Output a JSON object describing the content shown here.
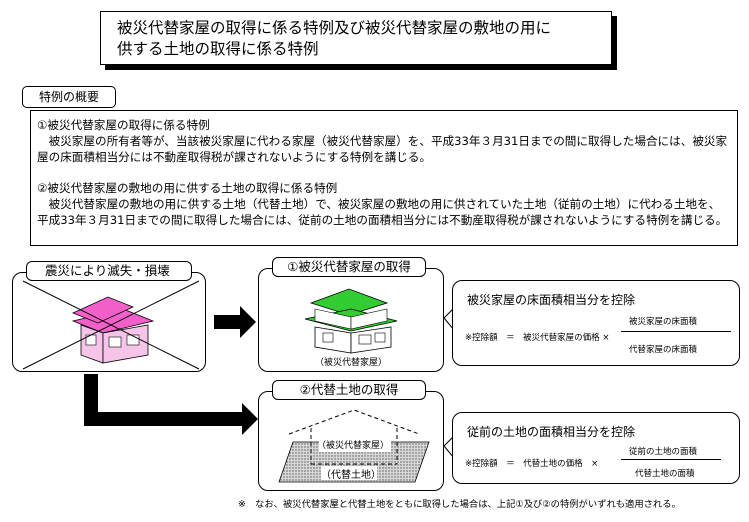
{
  "title": {
    "line1": "被災代替家屋の取得に係る特例及び被災代替家屋の敷地の用に",
    "line2": "供する土地の取得に係る特例"
  },
  "overview": {
    "tab_label": "特例の概要",
    "section1": {
      "heading": "①被災代替家屋の取得に係る特例",
      "text": "被災家屋の所有者等が、当該被災家屋に代わる家屋（被災代替家屋）を、平成33年３月31日までの間に取得した場合には、被災家屋の床面積相当分には不動産取得税が課されないようにする特例を講じる。"
    },
    "section2": {
      "heading": "②被災代替家屋の敷地の用に供する土地の取得に係る特例",
      "text": "被災代替家屋の敷地の用に供する土地（代替土地）で、被災家屋の敷地の用に供されていた土地（従前の土地）に代わる土地を、平成33年３月31日までの間に取得した場合には、従前の土地の面積相当分には不動産取得税が課されないようにする特例を講じる。"
    }
  },
  "diagram": {
    "disaster_label": "震災により滅失・損壊",
    "house_label": "①被災代替家屋の取得",
    "house_caption": "（被災代替家屋）",
    "land_label": "②代替土地の取得",
    "land_house_caption": "（被災代替家屋）",
    "land_caption": "（代替土地）",
    "colors": {
      "destroyed_roof": "#f060c8",
      "destroyed_wall": "#f6c4e8",
      "new_roof": "#33cc33",
      "new_wall": "#ffffff",
      "land_fill": "#bbbbbb"
    }
  },
  "callouts": {
    "house": {
      "heading": "被災家屋の床面積相当分を控除",
      "prefix": "※控除額　＝　被災代替家屋の価格 ×",
      "numerator": "被災家屋の床面積",
      "denominator": "代替家屋の床面積"
    },
    "land": {
      "heading": "従前の土地の面積相当分を控除",
      "prefix": "※控除額　＝　代替土地の価格　×",
      "numerator": "従前の土地の面積",
      "denominator": "代替土地の面積"
    }
  },
  "footnote": "※　なお、被災代替家屋と代替土地をともに取得した場合は、上記①及び②の特例がいずれも適用される。"
}
